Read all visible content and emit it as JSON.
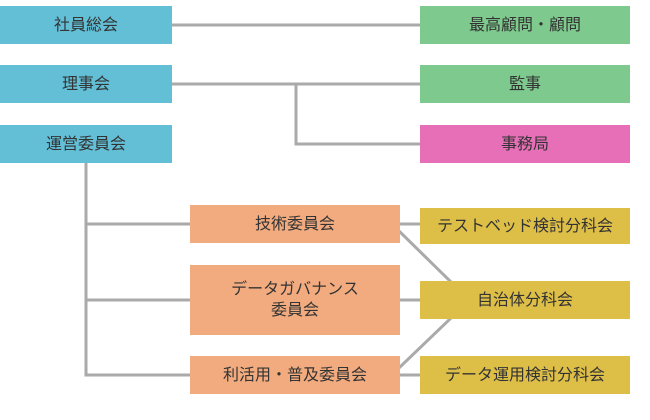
{
  "nodes": {
    "shain_sokai": "社員総会",
    "rijikai": "理事会",
    "unei_iinkai": "運営委員会",
    "saiko_komon": "最高顧問・顧問",
    "kanji": "監事",
    "jimukyoku": "事務局",
    "gijutsu_iinkai": "技術委員会",
    "data_governance_iinkai": "データガバナンス\n委員会",
    "rikatsuyo_fukyu_iinkai": "利活用・普及委員会",
    "testbed_bunkakai": "テストベッド検討分科会",
    "jichitai_bunkakai": "自治体分科会",
    "data_unyo_bunkakai": "データ運用検討分科会"
  },
  "colors": {
    "governance": "#62bfd6",
    "advisory": "#7ec98d",
    "secretariat": "#e76fb8",
    "committee": "#f2ab7f",
    "subcommittee": "#ddbe47",
    "connector": "#aaaaaa"
  }
}
